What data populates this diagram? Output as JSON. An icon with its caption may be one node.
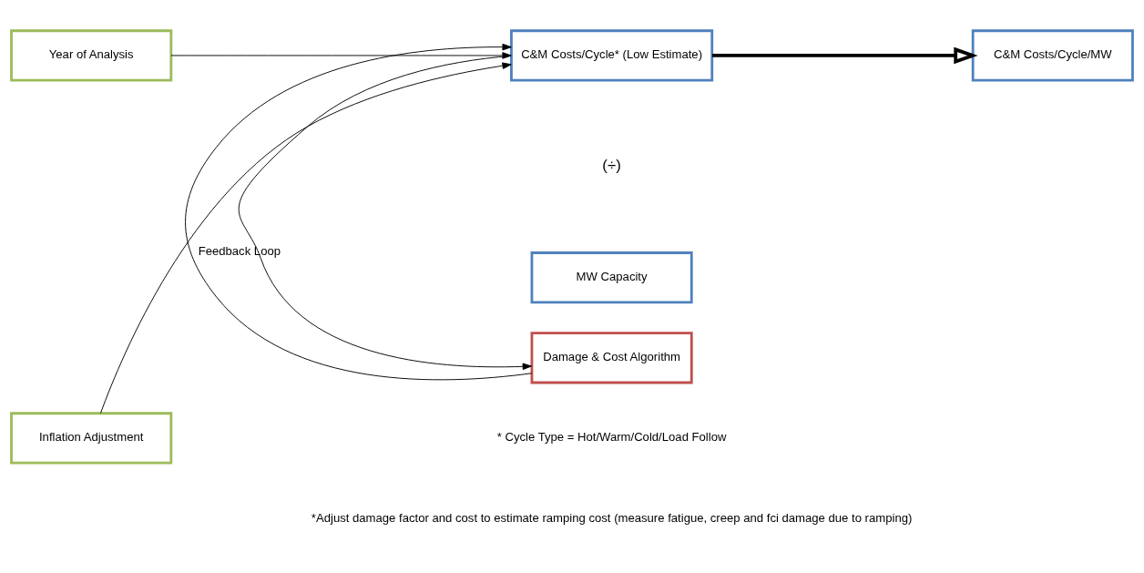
{
  "diagram": {
    "nodes": [
      {
        "text": [
          "Damage & Cost Algorithm"
        ]
      },
      {
        "text": [
          "Year of Analysis"
        ]
      },
      {
        "text": [
          "C&M Costs/Cycle* (Low Estimate)"
        ]
      },
      {
        "text": [
          "Inflation Adjustment"
        ]
      },
      {
        "text": [
          "MW Capacity"
        ]
      },
      {
        "text": [
          "C&M Costs/Cycle/MW"
        ]
      }
    ],
    "edges": [
      {
        "from": 1,
        "to": 2,
        "arrow": "to"
      },
      {
        "from": 3,
        "to": 2,
        "arrow": "to"
      },
      {
        "from": 0,
        "to": 2,
        "arrow": "to"
      },
      {
        "from": 2,
        "to": 0,
        "arrow": "to",
        "label": "Feedback Loop"
      },
      {
        "from": 2,
        "to": 5,
        "arrow": "to",
        "style": "thick"
      }
    ],
    "labels": [
      "(÷)",
      "* Cycle Type = Hot/Warm/Cold/Load Follow",
      "*Adjust damage factor and cost to estimate ramping cost (measure fatigue, creep and fci damage due to ramping)"
    ]
  }
}
